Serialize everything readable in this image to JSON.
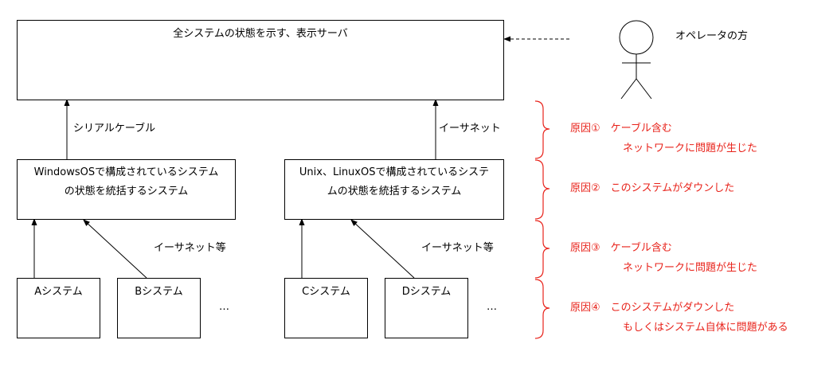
{
  "server_box": {
    "label": "全システムの状態を示す、表示サーバ"
  },
  "operator": {
    "label": "オペレータの方"
  },
  "links": {
    "serial": "シリアルケーブル",
    "ethernet": "イーサネット",
    "ethernet_etc_left": "イーサネット等",
    "ethernet_etc_right": "イーサネット等"
  },
  "integration_boxes": {
    "windows": {
      "line1": "WindowsOSで構成されているシステム",
      "line2": "の状態を統括するシステム"
    },
    "unix": {
      "line1": "Unix、LinuxOSで構成されているシステ",
      "line2": "ムの状態を統括するシステム"
    }
  },
  "systems": {
    "a": "Aシステム",
    "b": "Bシステム",
    "c": "Cシステム",
    "d": "Dシステム",
    "ellipsis_left": "…",
    "ellipsis_right": "…"
  },
  "causes": {
    "c1": {
      "line1": "原因①　ケーブル含む",
      "line2": "ネットワークに問題が生じた"
    },
    "c2": {
      "line1": "原因②　このシステムがダウンした"
    },
    "c3": {
      "line1": "原因③　ケーブル含む",
      "line2": "ネットワークに問題が生じた"
    },
    "c4": {
      "line1": "原因④　このシステムがダウンした",
      "line2": "もしくはシステム自体に問題がある"
    }
  },
  "colors": {
    "cause_red": "#e8231b",
    "line": "#000000"
  }
}
